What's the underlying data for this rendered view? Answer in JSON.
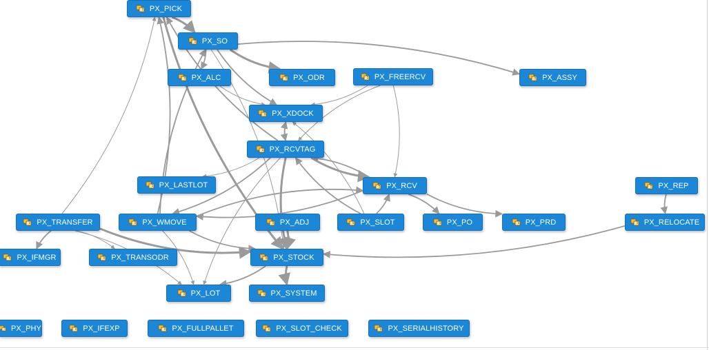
{
  "diagram": {
    "nodes": [
      {
        "id": "pick",
        "label": "PX_PICK"
      },
      {
        "id": "so",
        "label": "PX_SO"
      },
      {
        "id": "alc",
        "label": "PX_ALC"
      },
      {
        "id": "odr",
        "label": "PX_ODR"
      },
      {
        "id": "freercv",
        "label": "PX_FREERCV"
      },
      {
        "id": "assy",
        "label": "PX_ASSY"
      },
      {
        "id": "xdock",
        "label": "PX_XDOCK"
      },
      {
        "id": "rcvtag",
        "label": "PX_RCVTAG"
      },
      {
        "id": "lastlot",
        "label": "PX_LASTLOT"
      },
      {
        "id": "rcv",
        "label": "PX_RCV"
      },
      {
        "id": "rep",
        "label": "PX_REP"
      },
      {
        "id": "transfer",
        "label": "PX_TRANSFER"
      },
      {
        "id": "wmove",
        "label": "PX_WMOVE"
      },
      {
        "id": "adj",
        "label": "PX_ADJ"
      },
      {
        "id": "slot",
        "label": "PX_SLOT"
      },
      {
        "id": "po",
        "label": "PX_PO"
      },
      {
        "id": "prd",
        "label": "PX_PRD"
      },
      {
        "id": "relocate",
        "label": "PX_RELOCATE"
      },
      {
        "id": "ifmgr",
        "label": "PX_IFMGR"
      },
      {
        "id": "transodr",
        "label": "PX_TRANSODR"
      },
      {
        "id": "stock",
        "label": "PX_STOCK"
      },
      {
        "id": "lot",
        "label": "PX_LOT"
      },
      {
        "id": "system",
        "label": "PX_SYSTEM"
      },
      {
        "id": "phy",
        "label": "PX_PHY"
      },
      {
        "id": "ifexp",
        "label": "PX_IFEXP"
      },
      {
        "id": "fullpallet",
        "label": "PX_FULLPALLET"
      },
      {
        "id": "slotcheck",
        "label": "PX_SLOT_CHECK"
      },
      {
        "id": "serialhistory",
        "label": "PX_SERIALHISTORY"
      }
    ],
    "edges": [
      {
        "from": "pick",
        "to": "so",
        "weight": "thick"
      },
      {
        "from": "pick",
        "to": "stock",
        "weight": "thick"
      },
      {
        "from": "so",
        "to": "alc",
        "weight": "normal"
      },
      {
        "from": "so",
        "to": "odr",
        "weight": "thick"
      },
      {
        "from": "so",
        "to": "assy",
        "weight": "normal"
      },
      {
        "from": "so",
        "to": "xdock",
        "weight": "normal"
      },
      {
        "from": "so",
        "to": "stock",
        "weight": "thin"
      },
      {
        "from": "alc",
        "to": "xdock",
        "weight": "thin"
      },
      {
        "from": "freercv",
        "to": "xdock",
        "weight": "thin"
      },
      {
        "from": "freercv",
        "to": "rcvtag",
        "weight": "thin"
      },
      {
        "from": "freercv",
        "to": "rcv",
        "weight": "thin"
      },
      {
        "from": "xdock",
        "to": "rcvtag",
        "weight": "normal"
      },
      {
        "from": "rcvtag",
        "to": "xdock",
        "weight": "normal"
      },
      {
        "from": "rcvtag",
        "to": "rcv",
        "weight": "thick"
      },
      {
        "from": "rcvtag",
        "to": "lastlot",
        "weight": "thin"
      },
      {
        "from": "rcvtag",
        "to": "stock",
        "weight": "thick"
      },
      {
        "from": "rcvtag",
        "to": "wmove",
        "weight": "normal"
      },
      {
        "from": "rcvtag",
        "to": "lot",
        "weight": "thin"
      },
      {
        "from": "rcvtag",
        "to": "pick",
        "weight": "normal"
      },
      {
        "from": "rcv",
        "to": "rcvtag",
        "weight": "normal"
      },
      {
        "from": "rcv",
        "to": "po",
        "weight": "normal"
      },
      {
        "from": "rcv",
        "to": "prd",
        "weight": "normal"
      },
      {
        "from": "rcv",
        "to": "wmove",
        "weight": "normal"
      },
      {
        "from": "slot",
        "to": "rcv",
        "weight": "normal"
      },
      {
        "from": "slot",
        "to": "rcvtag",
        "weight": "normal"
      },
      {
        "from": "slot",
        "to": "xdock",
        "weight": "thin"
      },
      {
        "from": "wmove",
        "to": "rcv",
        "weight": "normal"
      },
      {
        "from": "wmove",
        "to": "pick",
        "weight": "normal"
      },
      {
        "from": "wmove",
        "to": "so",
        "weight": "normal"
      },
      {
        "from": "wmove",
        "to": "stock",
        "weight": "normal"
      },
      {
        "from": "wmove",
        "to": "lot",
        "weight": "thin"
      },
      {
        "from": "transfer",
        "to": "ifmgr",
        "weight": "normal"
      },
      {
        "from": "transfer",
        "to": "transodr",
        "weight": "thin"
      },
      {
        "from": "transfer",
        "to": "stock",
        "weight": "thick"
      },
      {
        "from": "transfer",
        "to": "lot",
        "weight": "thin"
      },
      {
        "from": "transfer",
        "to": "pick",
        "weight": "thin"
      },
      {
        "from": "adj",
        "to": "stock",
        "weight": "thick"
      },
      {
        "from": "rep",
        "to": "relocate",
        "weight": "normal"
      },
      {
        "from": "relocate",
        "to": "stock",
        "weight": "normal"
      },
      {
        "from": "stock",
        "to": "system",
        "weight": "thick"
      },
      {
        "from": "stock",
        "to": "lot",
        "weight": "normal"
      }
    ]
  }
}
